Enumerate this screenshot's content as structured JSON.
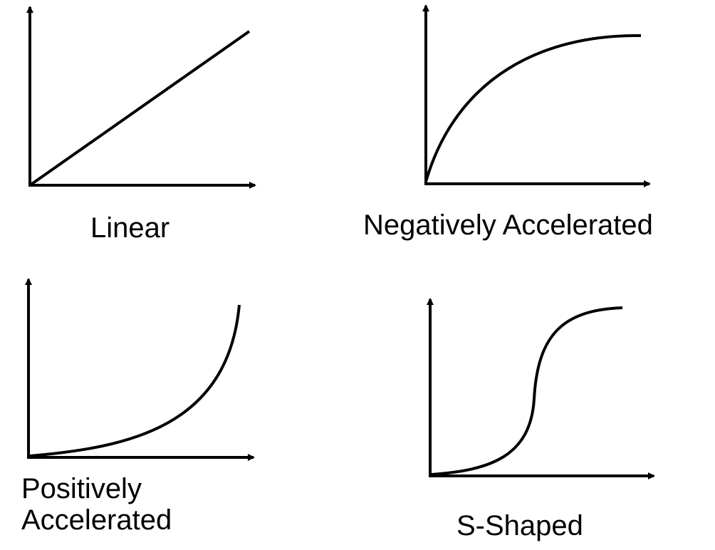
{
  "panels": {
    "linear": {
      "label": "Linear"
    },
    "negatively_accelerated": {
      "label": "Negatively Accelerated"
    },
    "positively_accelerated": {
      "label_line1": "Positively",
      "label_line2": "Accelerated"
    },
    "s_shaped": {
      "label": "S-Shaped"
    }
  },
  "colors": {
    "stroke": "#000000",
    "background": "#ffffff"
  }
}
